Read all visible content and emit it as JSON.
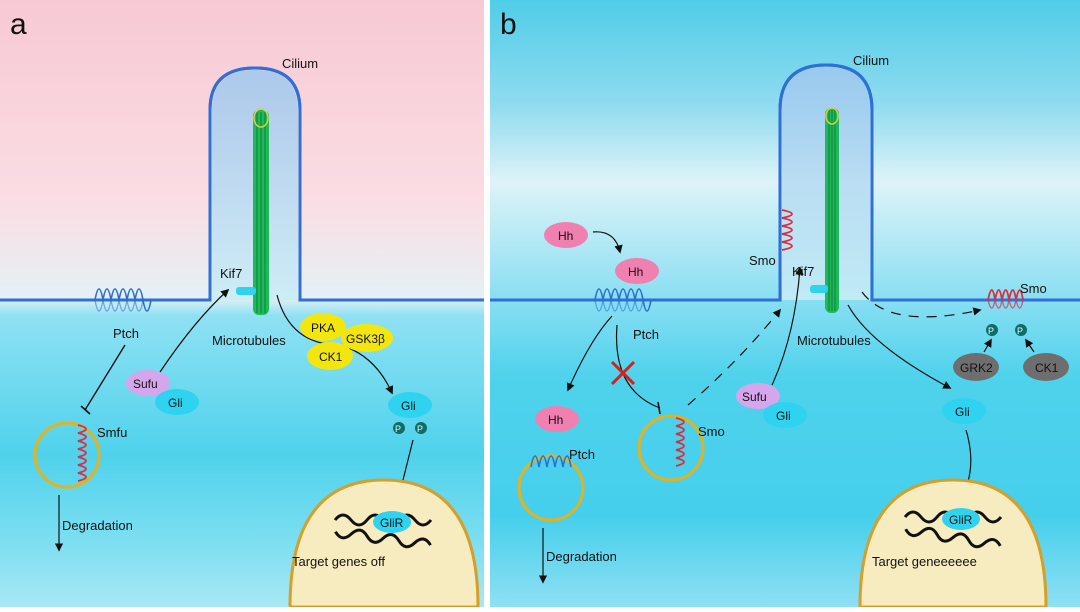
{
  "panel_a": {
    "letter": "a",
    "cilium": "Cilium",
    "kif7": "Kif7",
    "microtubules": "Microtubules",
    "ptch": "Ptch",
    "sufu": "Sufu",
    "gli": "Gli",
    "sufu_vesicle": "Smfu",
    "degradation": "Degradation",
    "pka": "PKA",
    "gsk3b": "GSK3β",
    "ck1": "CK1",
    "gli_p": "Gli",
    "phos_label": "P",
    "glir": "GliR",
    "target": "Target genes off"
  },
  "panel_b": {
    "letter": "b",
    "cilium": "Cilium",
    "smo_top": "Smo",
    "kif7": "Kif7",
    "microtubules": "Microtubules",
    "hh1": "Hh",
    "hh2": "Hh",
    "ptch": "Ptch",
    "hh3": "Hh",
    "ptch2": "Ptch",
    "degradation": "Degradation",
    "smo_vesicle": "Smo",
    "sufu": "Sufu",
    "gli": "Gli",
    "smo_right": "Smo",
    "phos_label": "P",
    "grk2": "GRK2",
    "ck1": "CK1",
    "gli2": "Gli",
    "glir": "GliR",
    "target": "Target geneeeeee"
  },
  "colors": {
    "pink_bg": "#f9d0db",
    "cyan_bg": "#4fd2ec",
    "membrane": "#2f6fd6",
    "cilium_fill": "#a6d3f0",
    "microtubule": "#1fb85a",
    "ptch_coil": "#2a6fd0",
    "smo_coil": "#d83040",
    "sufu": "#d6a6ec",
    "gli": "#2fd3ef",
    "hh": "#f080b0",
    "kinase": "#f3e60e",
    "grey_kinase": "#6e6e6e",
    "nucleus": "#f7ecc0",
    "nucleus_edge": "#d4a02a",
    "vesicle": "#e6b21a"
  }
}
